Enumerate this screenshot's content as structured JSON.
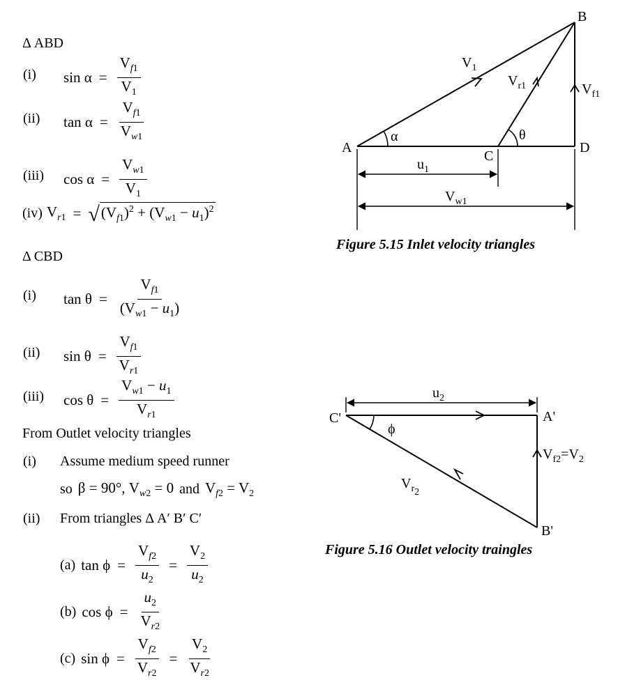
{
  "headings": {
    "abd": "Δ ABD",
    "cbd": "Δ CBD",
    "outlet": "From Outlet velocity triangles"
  },
  "numerals": {
    "i": "(i)",
    "ii": "(ii)",
    "iii": "(iii)",
    "iv": "(iv)",
    "a": "(a)",
    "b": "(b)",
    "c": "(c)"
  },
  "text": {
    "assume": "Assume medium speed runner",
    "so": "so",
    "and": "and",
    "from_triangles": "From triangles Δ A′ B′ C′"
  },
  "fig1": {
    "caption": "Figure 5.15 Inlet velocity triangles",
    "labels": {
      "A": "A",
      "B": "B",
      "C": "C",
      "D": "D",
      "alpha": "α",
      "theta": "θ",
      "V1": "V",
      "V1_sub": "1",
      "Vr1": "V",
      "Vr1_sub": "r1",
      "Vf1": "V",
      "Vf1_sub": "f1",
      "u1": "u",
      "u1_sub": "1",
      "Vw1": "V",
      "Vw1_sub": "w1"
    }
  },
  "fig2": {
    "caption": "Figure 5.16 Outlet velocity traingles",
    "labels": {
      "C": "C'",
      "A": "A'",
      "B": "B'",
      "phi": "ϕ",
      "u2": "u",
      "u2_sub": "2",
      "Vr2": "V",
      "Vr2_sub": "r",
      "Vr2_sub2": "2",
      "Vf2": "V",
      "Vf2_sub": "f2",
      "Vf2_eq": "=V",
      "V2_sub": "2"
    }
  }
}
